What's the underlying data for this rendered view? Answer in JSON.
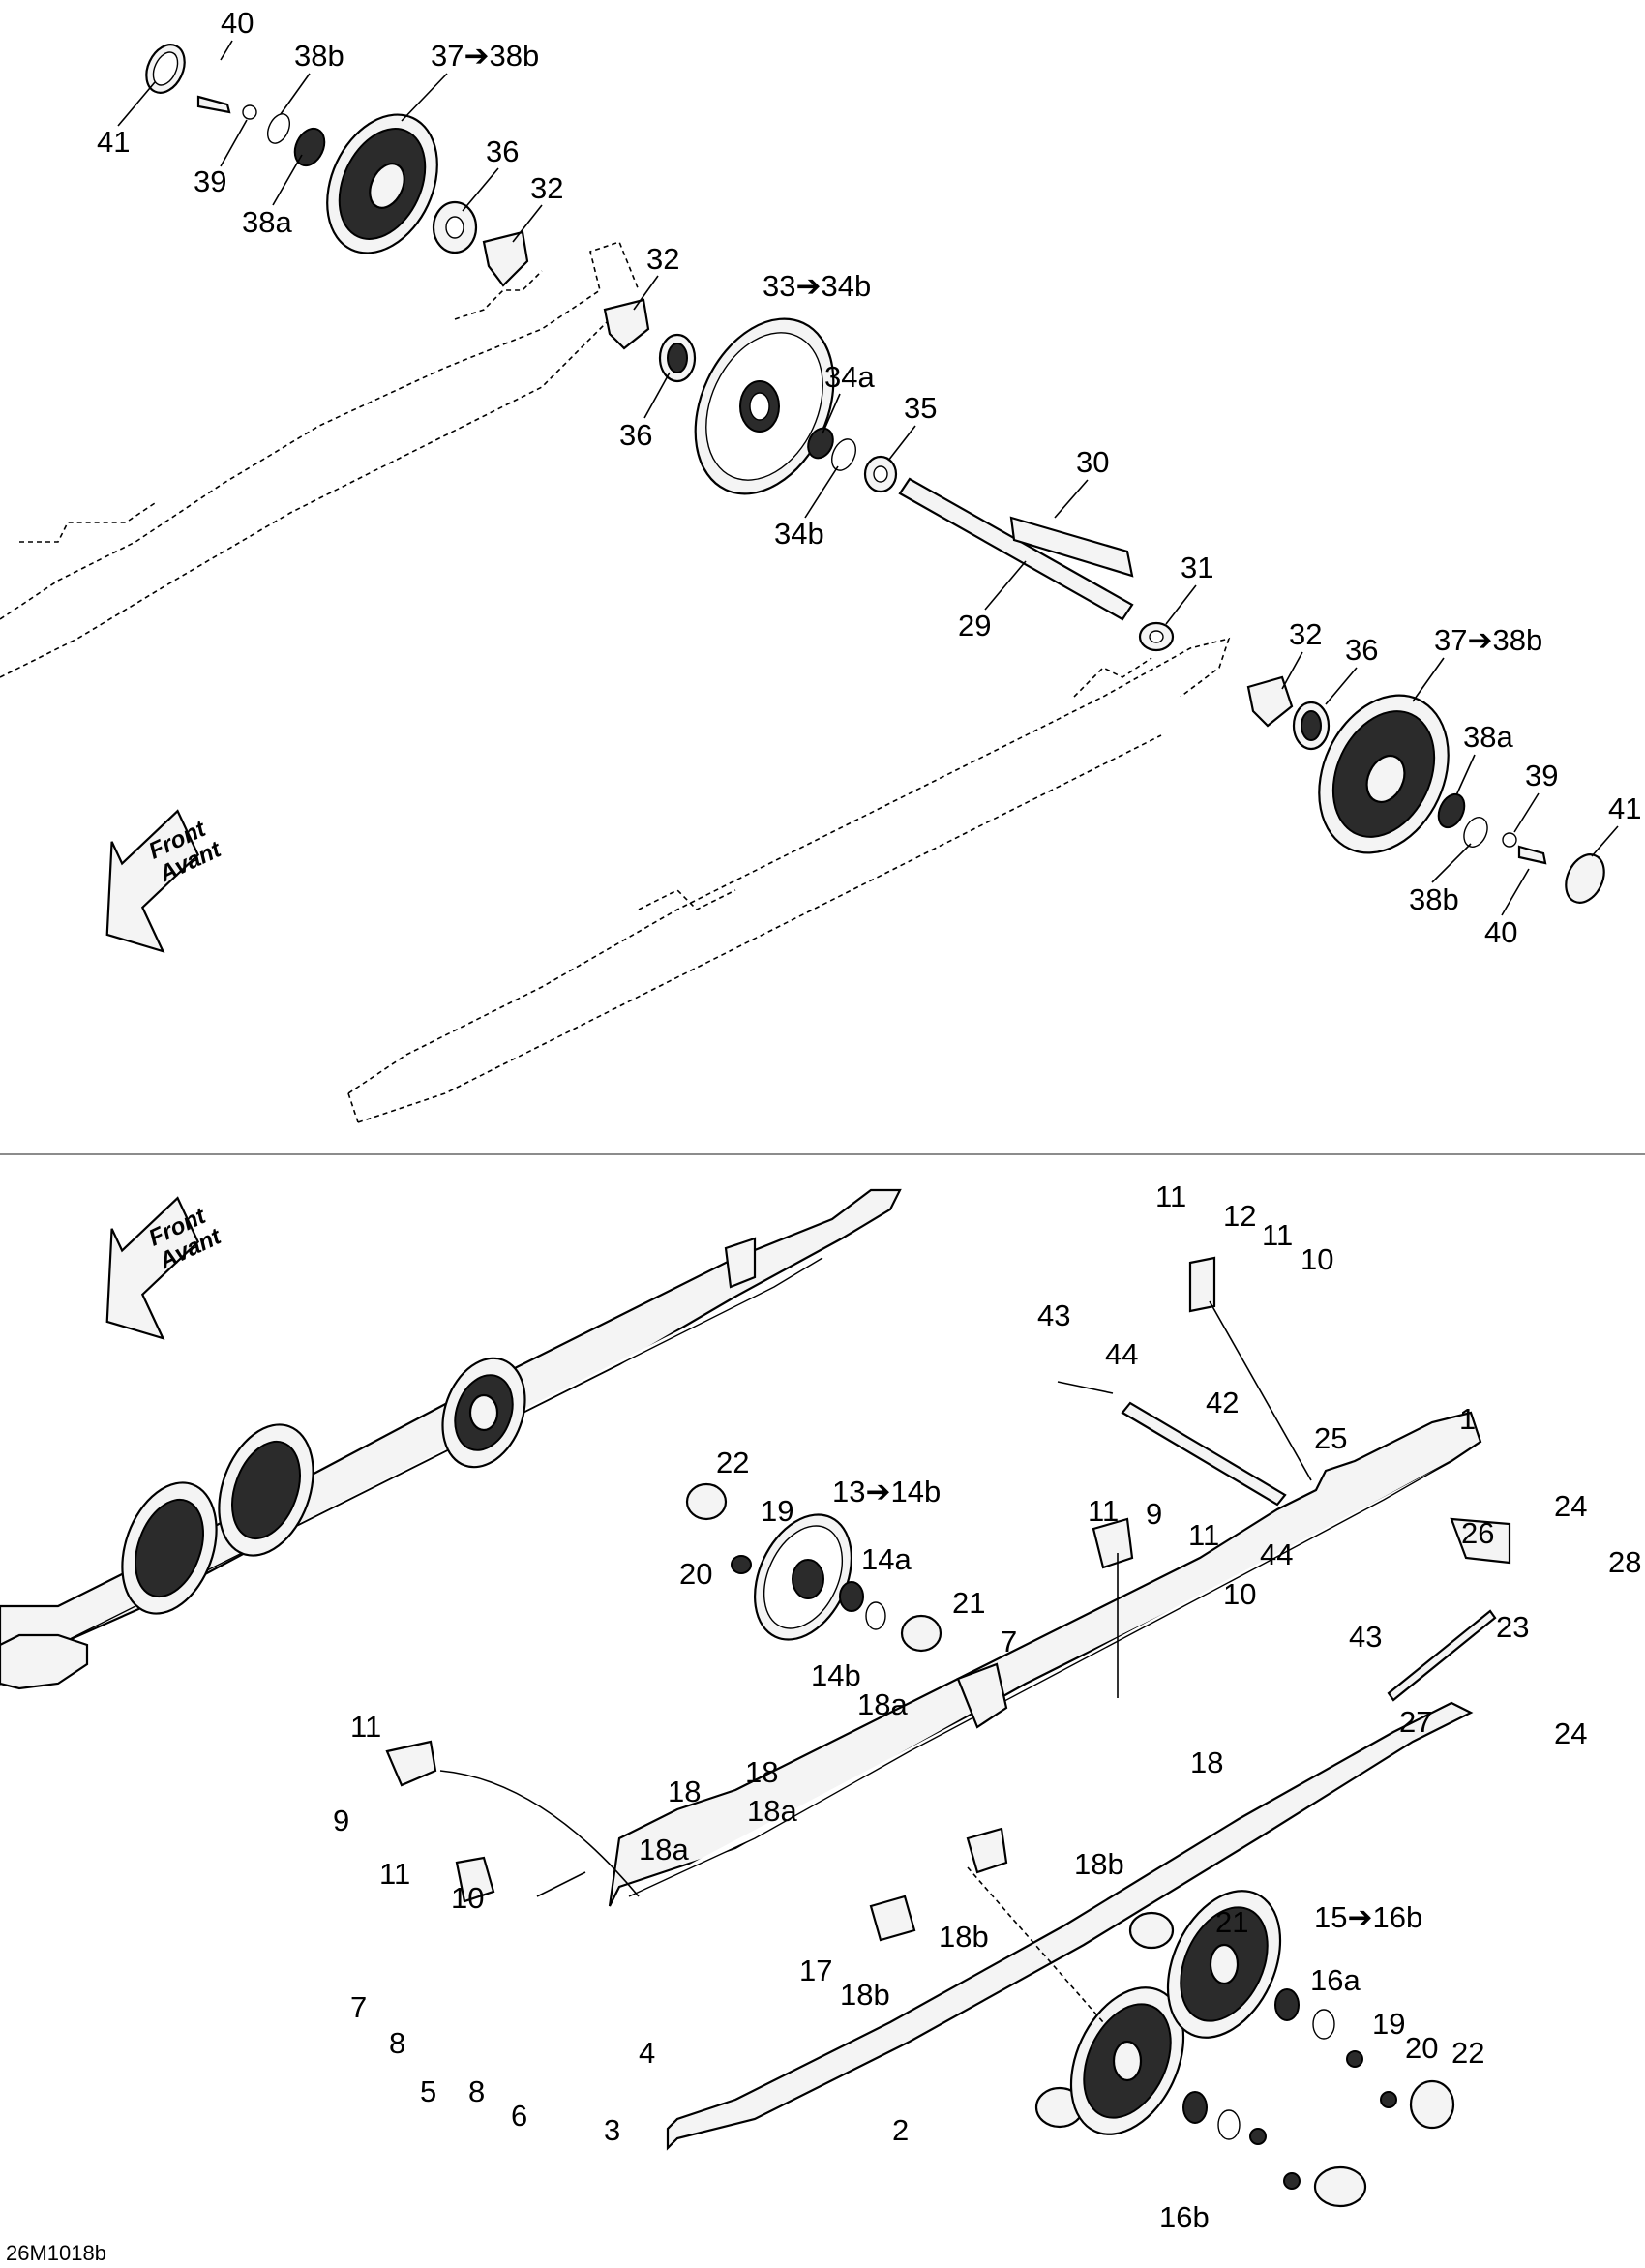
{
  "drawing_ref": "26M1018b",
  "front_arrow": {
    "line1": "Front",
    "line2": "Avant"
  },
  "labels_top": [
    "40",
    "38b",
    "37➔38b",
    "41",
    "39",
    "38a",
    "36",
    "32",
    "32",
    "33➔34b",
    "36",
    "34a",
    "35",
    "34b",
    "30",
    "31",
    "29",
    "32",
    "36",
    "37➔38b",
    "38a",
    "39",
    "41",
    "38b",
    "40"
  ],
  "labels_bottom": [
    "11",
    "12",
    "11",
    "10",
    "43",
    "44",
    "42",
    "25",
    "1",
    "11",
    "9",
    "11",
    "10",
    "44",
    "26",
    "24",
    "28",
    "23",
    "43",
    "27",
    "24",
    "22",
    "19",
    "13➔14b",
    "14a",
    "20",
    "21",
    "7",
    "14b",
    "18a",
    "11",
    "18",
    "18",
    "18a",
    "18",
    "18a",
    "18b",
    "9",
    "11",
    "10",
    "18b",
    "17",
    "18b",
    "21",
    "15➔16b",
    "16a",
    "7",
    "8",
    "5",
    "8",
    "6",
    "4",
    "19",
    "20",
    "22",
    "3",
    "2",
    "16b"
  ]
}
